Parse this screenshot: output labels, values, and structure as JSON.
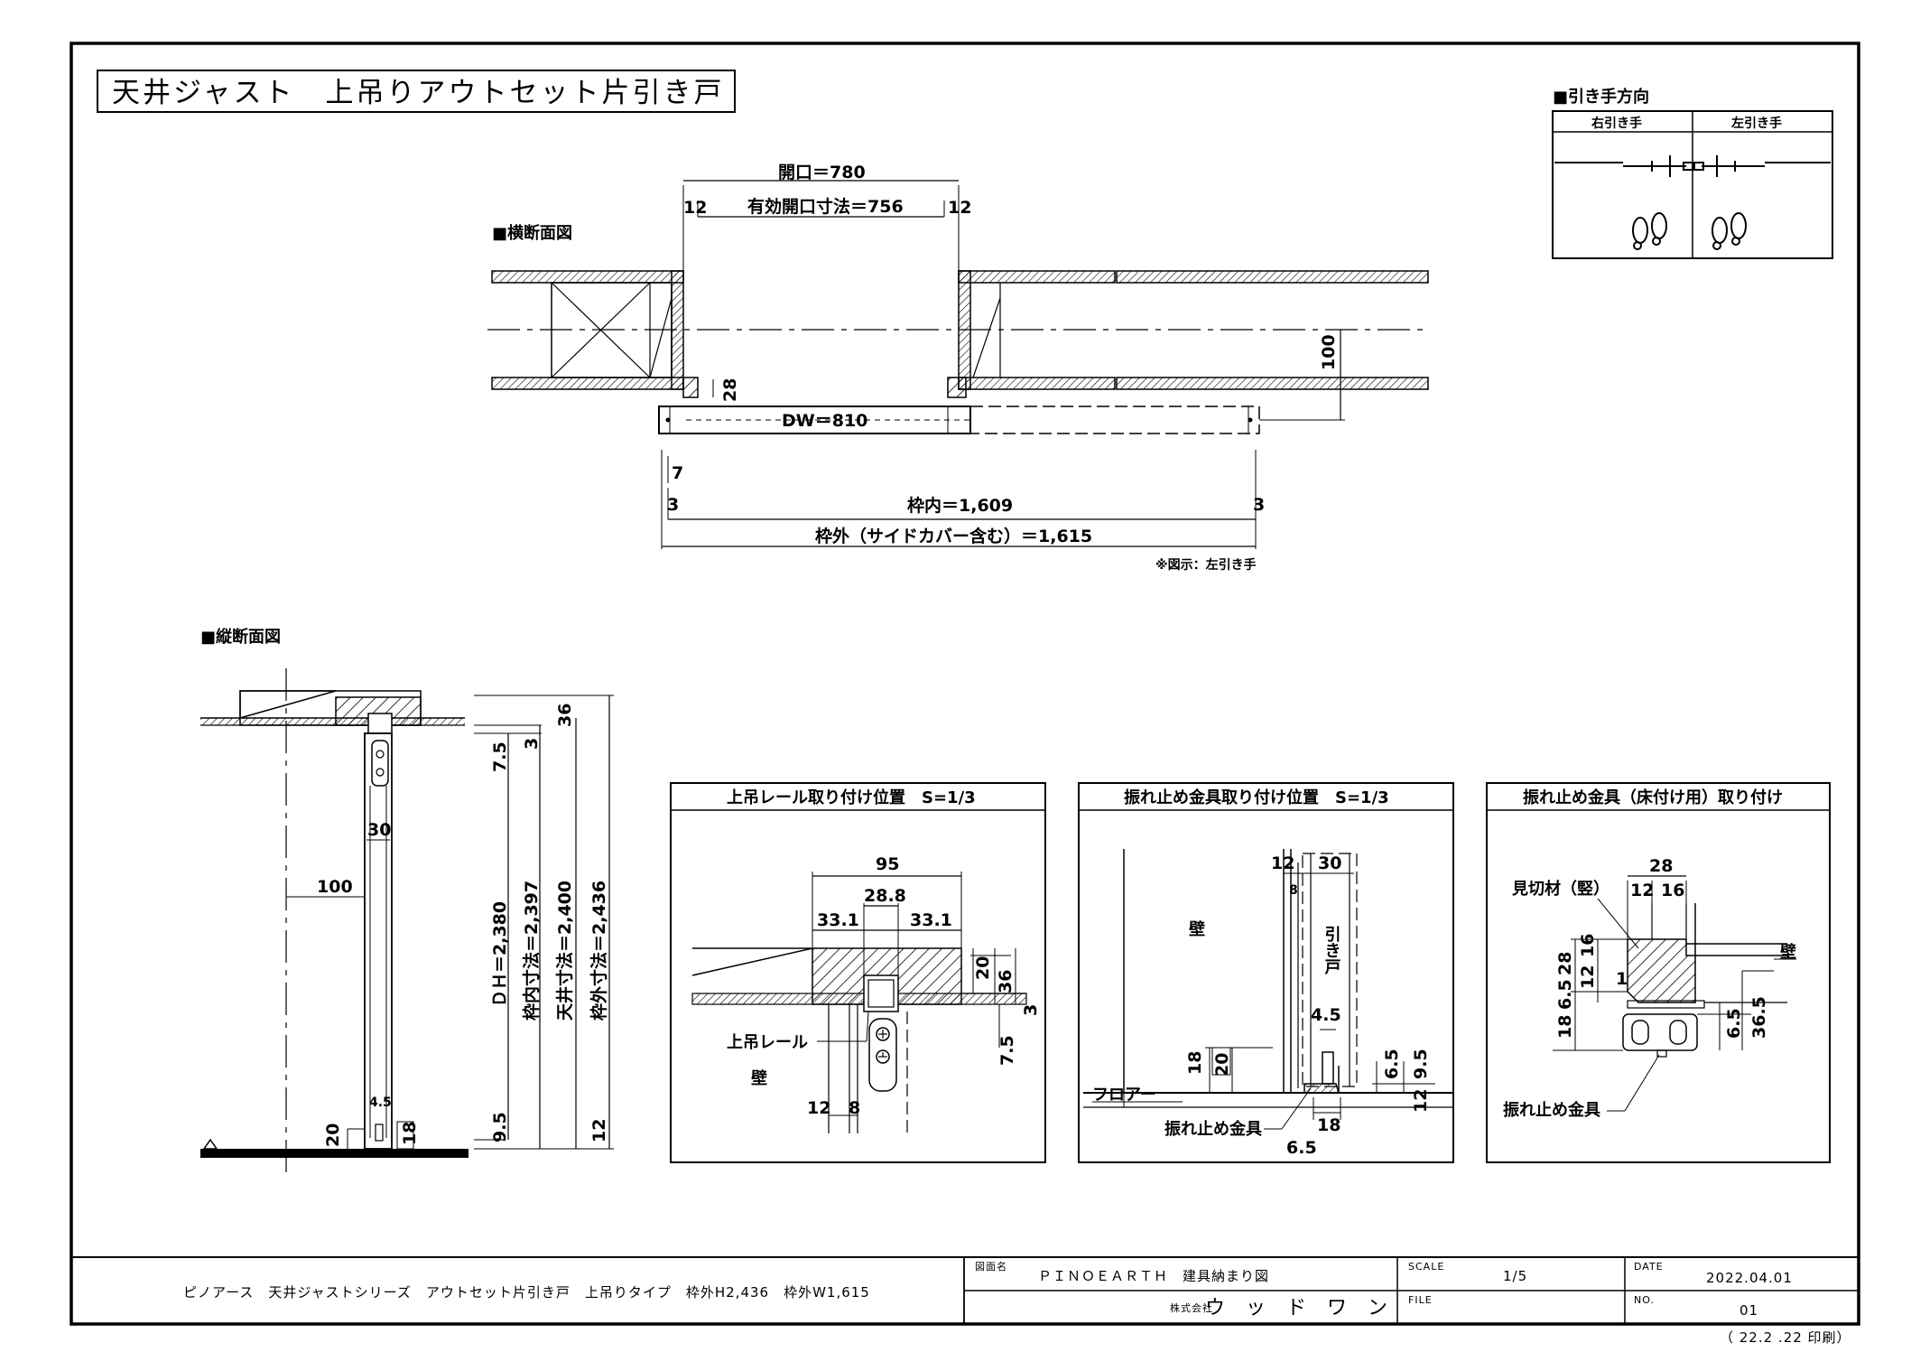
{
  "title": "天井ジャスト　上吊りアウトセット片引き戸",
  "pull_direction": {
    "heading": "■引き手方向",
    "right": "右引き手",
    "left": "左引き手"
  },
  "plan_view": {
    "heading": "■横断面図",
    "dims": {
      "opening": "開口＝780",
      "effective": "有効開口寸法＝756",
      "side_l": "12",
      "side_r": "12",
      "d100": "100",
      "d28": "28",
      "dw": "DW＝810",
      "d7": "7",
      "d3l": "3",
      "d3r": "3",
      "inner": "枠内＝1,609",
      "outer": "枠外（サイドカバー含む）＝1,615"
    },
    "note": "※図示：左引き手"
  },
  "section_view": {
    "heading": "■縦断面図",
    "dims": {
      "d100": "100",
      "d30": "30",
      "d45": "4.5",
      "d20": "20",
      "d18": "18",
      "d36": "36",
      "d75": "7.5",
      "d3": "3",
      "d95": "9.5",
      "d12": "12",
      "dh": "ＤＨ＝2,380",
      "inner_h": "枠内寸法＝2,397",
      "ceiling_h": "天井寸法＝2,400",
      "outer_h": "枠外寸法＝2,436"
    }
  },
  "detail1": {
    "title": "上吊レール取り付け位置　S=1/3",
    "dims": {
      "d95": "95",
      "d288": "28.8",
      "d331a": "33.1",
      "d331b": "33.1",
      "d20": "20",
      "d36": "36",
      "d3": "3",
      "d75": "7.5",
      "d12": "12",
      "d8": "8"
    },
    "labels": {
      "rail": "上吊レール",
      "wall": "壁"
    }
  },
  "detail2": {
    "title": "振れ止め金具取り付け位置　S=1/3",
    "dims": {
      "d12": "12",
      "d30": "30",
      "d8": "8",
      "d45": "4.5",
      "d18a": "18",
      "d20": "20",
      "d65": "6.5",
      "d95": "9.5",
      "d12b": "12",
      "d18b": "18",
      "d65b": "6.5"
    },
    "labels": {
      "wall": "壁",
      "door": "引き戸",
      "floor": "フロアー",
      "stopper": "振れ止め金具"
    }
  },
  "detail3": {
    "title": "振れ止め金具（床付け用）取り付け",
    "dims": {
      "d28": "28",
      "d12": "12",
      "d16": "16",
      "d28v": "28",
      "d16v": "16",
      "d12v": "12",
      "d1": "1",
      "d185": "18",
      "d65a": "6.5",
      "d65b": "6.5",
      "d365": "36.5"
    },
    "labels": {
      "trim": "見切材（竪）",
      "wall": "壁",
      "stopper": "振れ止め金具"
    }
  },
  "title_block": {
    "description": "ピノアース　天井ジャストシリーズ　アウトセット片引き戸　上吊りタイプ　枠外H2,436　枠外W1,615",
    "drawing_name_label": "図面名",
    "drawing_name": "ＰＩＮＯＥＡＲＴＨ　建具納まり図",
    "company_label": "株式会社",
    "company": "ウ ッ ド ワ ン",
    "scale_label": "SCALE",
    "scale": "1/5",
    "file_label": "FILE",
    "date_label": "DATE",
    "date": "2022.04.01",
    "no_label": "NO.",
    "no": "01"
  },
  "print_note": "（ 22.2 .22 印刷）"
}
